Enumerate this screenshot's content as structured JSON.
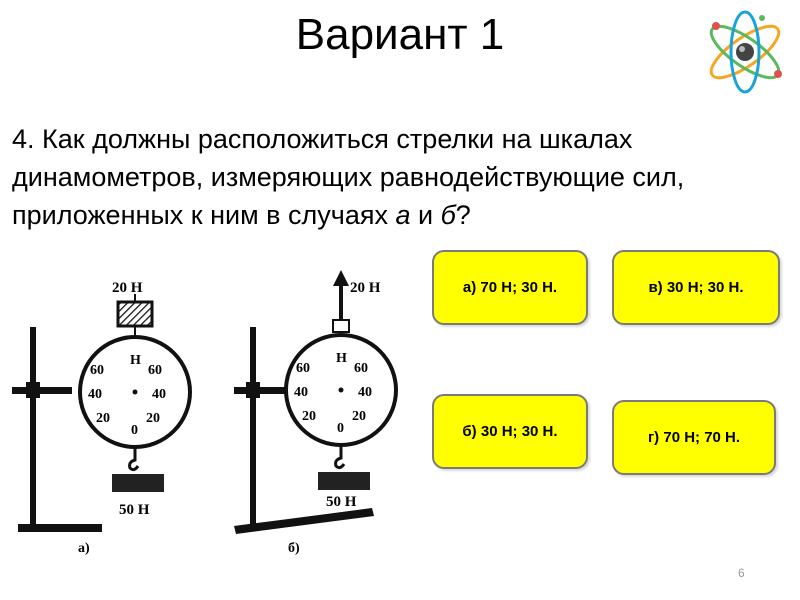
{
  "slide": {
    "title": "Вариант 1",
    "page_number": "6"
  },
  "question": {
    "text_main": "4. Как должны расположиться стрелки на шкалах динамометров, измеряющих равнодействующие сил, приложенных к ним в случаях ",
    "case_a": "а",
    "conj": " и ",
    "case_b": "б",
    "end": "?"
  },
  "answers": {
    "a": "а) 70 Н; 30 Н.",
    "v": "в) 30 Н; 30 Н.",
    "b": "б) 30 Н; 30 Н.",
    "g": "г) 70 Н; 70 Н."
  },
  "figure": {
    "a": {
      "top_weight_label": "20 Н",
      "bottom_weight_label": "50 Н",
      "caption": "а)",
      "unit": "Н",
      "scale_left": [
        "60",
        "40",
        "20"
      ],
      "scale_right": [
        "60",
        "40",
        "20"
      ],
      "zero": "0"
    },
    "b": {
      "arrow_label": "20 Н",
      "bottom_weight_label": "50 Н",
      "caption": "б)",
      "unit": "Н",
      "scale_left": [
        "60",
        "40",
        "20"
      ],
      "scale_right": [
        "60",
        "40",
        "20"
      ],
      "zero": "0"
    }
  },
  "colors": {
    "answer_fill": "#ffff00",
    "answer_border": "#7a7a7a",
    "logo_orbit_orange": "#f5a623",
    "logo_orbit_green": "#5cb85c",
    "logo_orbit_blue": "#1aa3d6"
  },
  "icons": {
    "logo": "atom-icon",
    "arrow": "arrow-up-icon"
  }
}
